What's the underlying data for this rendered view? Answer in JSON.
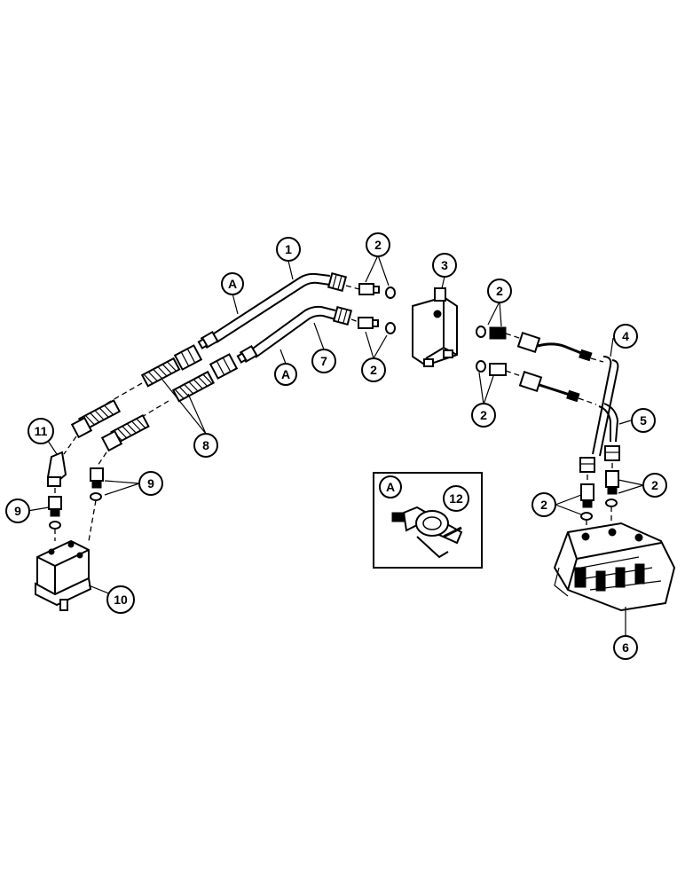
{
  "callouts": {
    "c1": "1",
    "c2a": "2",
    "c2b": "2",
    "c2c": "2",
    "c2d": "2",
    "c2e": "2",
    "c2f": "2",
    "c3": "3",
    "c4": "4",
    "c5": "5",
    "c6": "6",
    "c7": "7",
    "c8": "8",
    "c9a": "9",
    "c9b": "9",
    "c10": "10",
    "c11": "11",
    "c12": "12",
    "cA1": "A",
    "cA2": "A",
    "cA3": "A"
  }
}
